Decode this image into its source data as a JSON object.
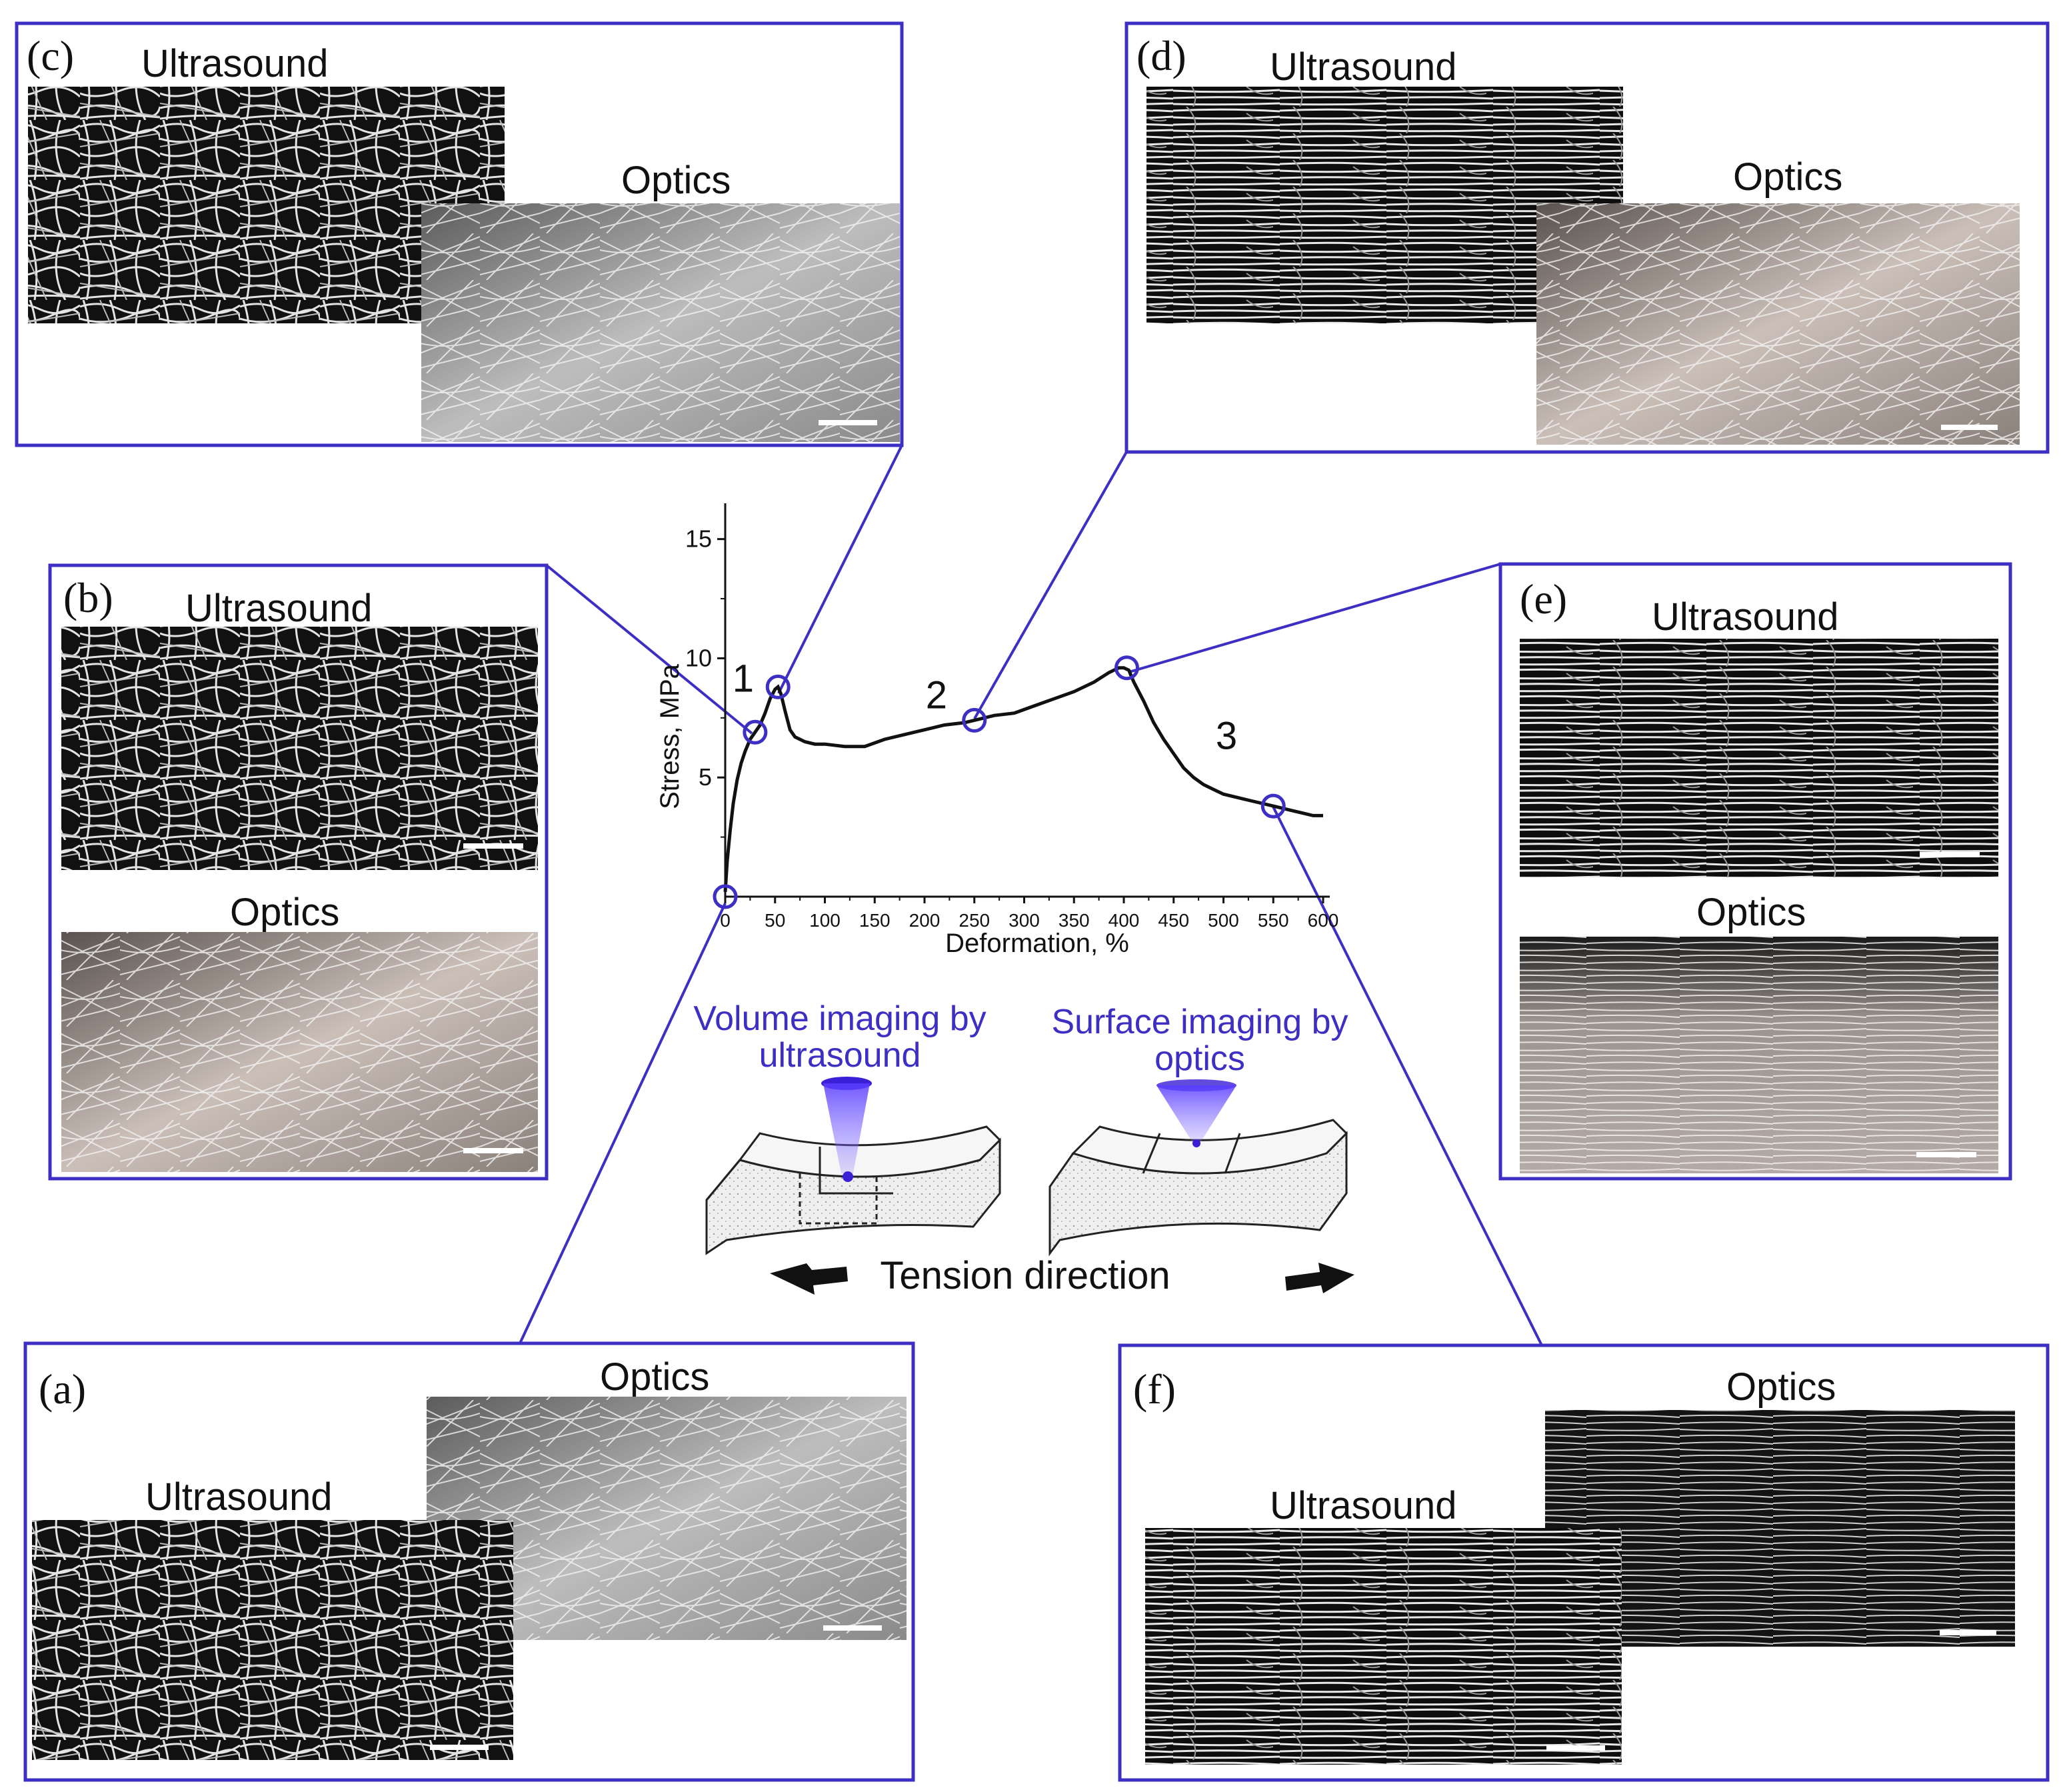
{
  "colors": {
    "accent": "#3d2fc4",
    "chart_line": "#111111",
    "background": "#ffffff"
  },
  "panels": {
    "a": {
      "letter": "(a)",
      "label_1": "Optics",
      "label_2": "Ultrasound"
    },
    "b": {
      "letter": "(b)",
      "label_1": "Ultrasound",
      "label_2": "Optics"
    },
    "c": {
      "letter": "(c)",
      "label_1": "Ultrasound",
      "label_2": "Optics"
    },
    "d": {
      "letter": "(d)",
      "label_1": "Ultrasound",
      "label_2": "Optics"
    },
    "e": {
      "letter": "(e)",
      "label_1": "Ultrasound",
      "label_2": "Optics"
    },
    "f": {
      "letter": "(f)",
      "label_1": "Optics",
      "label_2": "Ultrasound"
    }
  },
  "schematic": {
    "volume_line1": "Volume imaging by",
    "volume_line2": "ultrasound",
    "surface_line1": "Surface imaging by",
    "surface_line2": "optics",
    "tension": "Tension direction"
  },
  "chart_data": {
    "type": "line",
    "title": "",
    "xlabel": "Deformation, %",
    "ylabel": "Stress, MPa",
    "xlim": [
      0,
      600
    ],
    "ylim": [
      0,
      16.5
    ],
    "x_ticks": [
      "0",
      "50",
      "100",
      "150",
      "200",
      "250",
      "300",
      "350",
      "400",
      "450",
      "500",
      "550",
      "600"
    ],
    "y_ticks": [
      "5",
      "10",
      "15"
    ],
    "grid": false,
    "series": [
      {
        "x": [
          0,
          2,
          5,
          8,
          12,
          16,
          20,
          25,
          30,
          35,
          40,
          45,
          50,
          53,
          56,
          60,
          65,
          70,
          80,
          90,
          100,
          120,
          140,
          160,
          180,
          200,
          220,
          240,
          250,
          270,
          290,
          310,
          330,
          350,
          370,
          385,
          395,
          400,
          405,
          410,
          420,
          430,
          440,
          450,
          460,
          470,
          480,
          490,
          500,
          510,
          520,
          530,
          540,
          550,
          560,
          570,
          580,
          590,
          600
        ],
        "y": [
          0.2,
          1.5,
          2.8,
          3.9,
          4.9,
          5.6,
          6.1,
          6.6,
          6.9,
          7.2,
          7.7,
          8.3,
          8.7,
          8.8,
          8.5,
          7.8,
          7.0,
          6.7,
          6.5,
          6.4,
          6.4,
          6.3,
          6.3,
          6.6,
          6.8,
          7.0,
          7.2,
          7.3,
          7.4,
          7.6,
          7.7,
          8.0,
          8.3,
          8.6,
          9.0,
          9.4,
          9.6,
          9.6,
          9.5,
          9.0,
          8.2,
          7.3,
          6.6,
          6.0,
          5.4,
          5.0,
          4.7,
          4.5,
          4.3,
          4.2,
          4.1,
          4.0,
          3.9,
          3.8,
          3.7,
          3.6,
          3.5,
          3.4,
          3.4
        ]
      }
    ],
    "markers": [
      {
        "x": 0,
        "y": 0
      },
      {
        "x": 30,
        "y": 6.9
      },
      {
        "x": 53,
        "y": 8.8
      },
      {
        "x": 250,
        "y": 7.4
      },
      {
        "x": 403,
        "y": 9.6
      },
      {
        "x": 550,
        "y": 3.8
      }
    ],
    "annotations": [
      {
        "text": "1",
        "x": 18,
        "y": 8.6
      },
      {
        "text": "2",
        "x": 212,
        "y": 7.9
      },
      {
        "text": "3",
        "x": 503,
        "y": 6.2
      }
    ]
  }
}
